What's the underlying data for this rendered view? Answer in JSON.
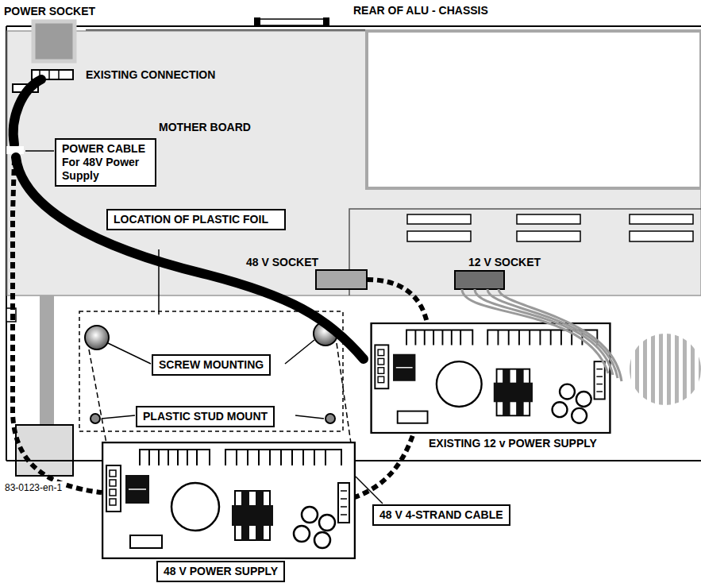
{
  "diagram": {
    "nodes": [
      {
        "text": [
          "POWER CABLE For 48V Power Supply"
        ]
      },
      {
        "text": [
          "LOCATION OF PLASTIC FOIL"
        ]
      },
      {
        "text": [
          "SCREW MOUNTING"
        ]
      },
      {
        "text": [
          "PLASTIC STUD MOUNT"
        ]
      },
      {
        "text": [
          "48 V 4-STRAND CABLE"
        ]
      },
      {
        "text": [
          "48 V POWER SUPPLY"
        ]
      }
    ],
    "labels": [
      "POWER SOCKET",
      "REAR OF ALU - CHASSIS",
      "EXISTING CONNECTION",
      "MOTHER BOARD",
      "48 V SOCKET",
      "12 V SOCKET",
      "EXISTING 12 v POWER SUPPLY",
      "83-0123-en-1"
    ]
  }
}
